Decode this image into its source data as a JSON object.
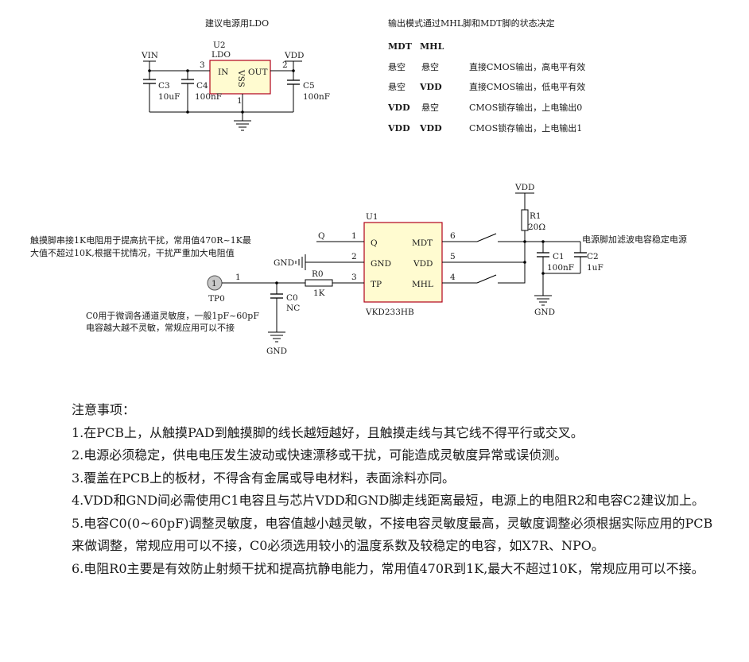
{
  "ldo": {
    "title": "建议电源用LDO",
    "ref": "U2",
    "part": "LDO",
    "pin_in": "IN",
    "pin_out": "OUT",
    "pin_vss": "VSS",
    "pin3": "3",
    "pin2": "2",
    "pin1": "1",
    "vin": "VIN",
    "vdd": "VDD",
    "c3_ref": "C3",
    "c3_val": "10uF",
    "c4_ref": "C4",
    "c4_val": "100nF",
    "c5_ref": "C5",
    "c5_val": "100nF"
  },
  "mode_table": {
    "title": "输出模式通过MHL脚和MDT脚的状态决定",
    "headers": [
      "MDT",
      "MHL"
    ],
    "rows": [
      {
        "mdt": "悬空",
        "mhl": "悬空",
        "desc": "直接CMOS输出，高电平有效"
      },
      {
        "mdt": "悬空",
        "mhl": "VDD",
        "desc": "直接CMOS输出，低电平有效"
      },
      {
        "mdt": "VDD",
        "mhl": "悬空",
        "desc": "CMOS锁存输出，上电输出0"
      },
      {
        "mdt": "VDD",
        "mhl": "VDD",
        "desc": "CMOS锁存输出，上电输出1"
      }
    ]
  },
  "main": {
    "ic_ref": "U1",
    "ic_part": "VKD233HB",
    "pins_left": [
      {
        "num": "1",
        "name": "Q",
        "net": "Q"
      },
      {
        "num": "2",
        "name": "GND",
        "net": "GND"
      },
      {
        "num": "3",
        "name": "TP",
        "net": ""
      }
    ],
    "pins_right": [
      {
        "num": "6",
        "name": "MDT"
      },
      {
        "num": "5",
        "name": "VDD"
      },
      {
        "num": "4",
        "name": "MHL"
      }
    ],
    "vdd_label": "VDD",
    "r1_ref": "R1",
    "r1_val": "20Ω",
    "c1_ref": "C1",
    "c1_val": "100nF",
    "c2_ref": "C2",
    "c2_val": "1uF",
    "gnd_right": "GND",
    "filter_note": "电源脚加滤波电容稳定电源",
    "r0_ref": "R0",
    "r0_val": "1K",
    "c0_ref": "C0",
    "c0_val": "NC",
    "gnd_c0": "GND",
    "tp_ref": "TP0",
    "tp_pin": "1",
    "touch_note_1": "触摸脚串接1K电阻用于提高抗干扰，常用值470R~1K最",
    "touch_note_2": "大值不超过10K,根据干扰情况，干扰严重加大电阻值",
    "c0_note_1": "C0用于微调各通道灵敏度，一般1pF~60pF",
    "c0_note_2": "电容越大越不灵敏，常规应用可以不接"
  },
  "notes": {
    "title": "注意事项：",
    "items": [
      "1.在PCB上，从触摸PAD到触摸脚的线长越短越好，且触摸走线与其它线不得平行或交叉。",
      "2.电源必须稳定，供电电压发生波动或快速漂移或干扰，可能造成灵敏度异常或误侦测。",
      "3.覆盖在PCB上的板材，不得含有金属或导电材料，表面涂料亦同。",
      "4.VDD和GND间必需使用C1电容且与芯片VDD和GND脚走线距离最短，电源上的电阻R2和电容C2建议加上。",
      "5.电容C0(0~60pF)调整灵敏度，电容值越小越灵敏，不接电容灵敏度最高，灵敏度调整必须根据实际应用的PCB来做调整，常规应用可以不接，C0必须选用较小的温度系数及较稳定的电容，如X7R、NPO。",
      "6.电阻R0主要是有效防止射频干扰和提高抗静电能力，常用值470R到1K,最大不超过10K，常规应用可以不接。"
    ]
  }
}
